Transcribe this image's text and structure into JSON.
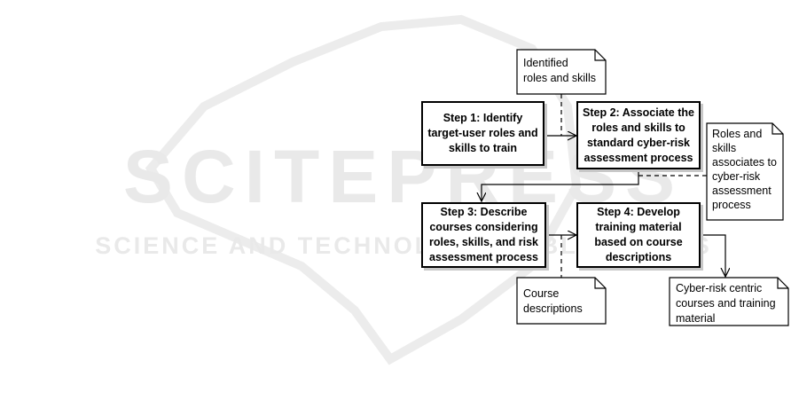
{
  "watermark": {
    "main": "SCITEPRESS",
    "sub": "SCIENCE AND TECHNOLOGY PUBLICATIONS"
  },
  "steps": [
    {
      "lines": [
        "Step 1: Identify",
        "target-user roles and",
        "skills to train"
      ]
    },
    {
      "lines": [
        "Step 2: Associate the",
        "roles and skills to",
        "standard cyber-risk",
        "assessment process"
      ]
    },
    {
      "lines": [
        "Step 3: Describe",
        "courses considering",
        "roles, skills, and risk",
        "assessment process"
      ]
    },
    {
      "lines": [
        "Step 4: Develop",
        "training material",
        "based on course",
        "descriptions"
      ]
    }
  ],
  "notes": [
    {
      "lines": [
        "Identified",
        "roles and skills"
      ]
    },
    {
      "lines": [
        "Roles and",
        "skills",
        "associates to",
        "cyber-risk",
        "assessment",
        "process"
      ]
    },
    {
      "lines": [
        "Course",
        "descriptions"
      ]
    },
    {
      "lines": [
        "Cyber-risk centric",
        "courses and training",
        "material"
      ]
    }
  ],
  "colors": {
    "watermark": "#e6e6e6",
    "stroke": "#000000",
    "shadow": "#c8c8c8"
  }
}
